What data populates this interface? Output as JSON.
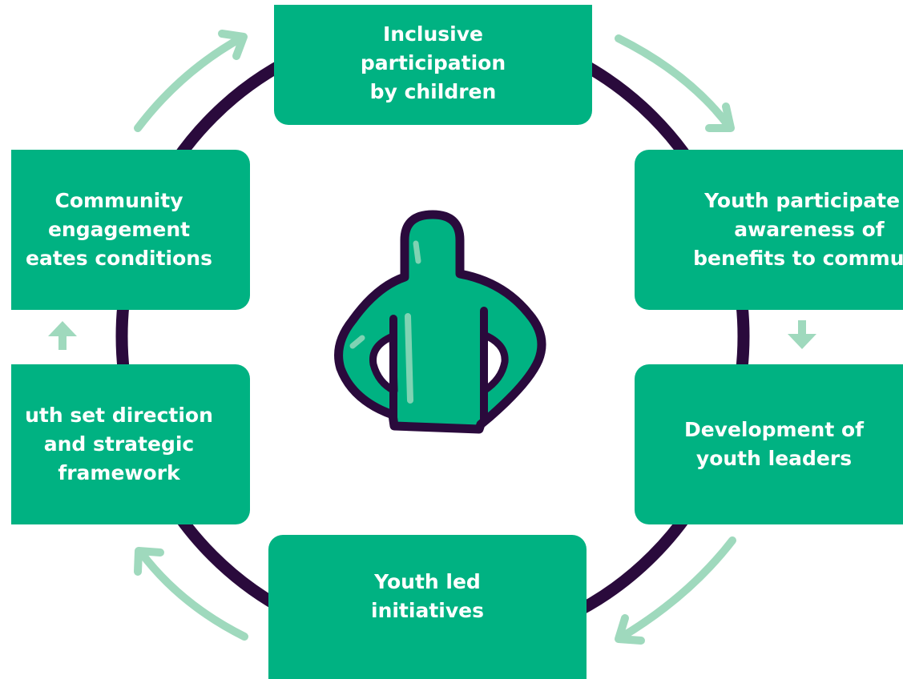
{
  "colors": {
    "box": "#00b282",
    "ring": "#2a0a3c",
    "arrow": "#9fd9bd",
    "figure_fill": "#00b282",
    "figure_outline": "#2a0a3c",
    "figure_highlight": "#7fd3b3",
    "text": "#ffffff"
  },
  "boxes": {
    "top": {
      "lines": [
        "Inclusive",
        "participation",
        "by children"
      ]
    },
    "right_top": {
      "lines": [
        "Youth participate /",
        "awareness of",
        "benefits to communi"
      ]
    },
    "right_bottom": {
      "lines": [
        "Development of",
        "youth leaders"
      ]
    },
    "bottom": {
      "lines": [
        "Youth led",
        "initiatives"
      ]
    },
    "left_bottom": {
      "lines": [
        "uth set direction",
        "and strategic",
        "framework"
      ]
    },
    "left_top": {
      "lines": [
        "Community",
        "engagement",
        "eates conditions"
      ]
    }
  },
  "icons": {
    "center_figure": "person-hands-on-hips-icon",
    "arrows": [
      "arrow-up-right-icon",
      "arrow-down-right-icon",
      "arrow-down-icon",
      "arrow-down-left-icon",
      "arrow-up-left-icon",
      "arrow-up-icon"
    ]
  }
}
